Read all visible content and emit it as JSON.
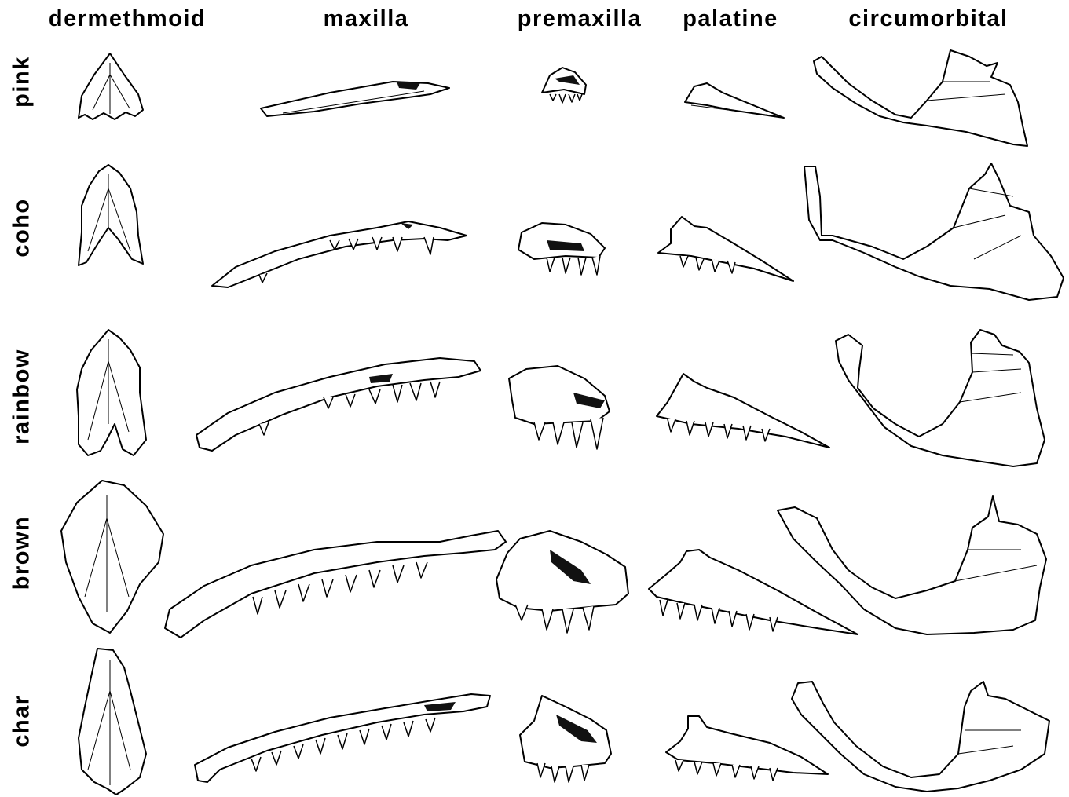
{
  "columns": [
    "dermethmoid",
    "maxilla",
    "premaxilla",
    "palatine",
    "circumorbital"
  ],
  "rows": [
    "pink",
    "coho",
    "rainbow",
    "brown",
    "char"
  ]
}
